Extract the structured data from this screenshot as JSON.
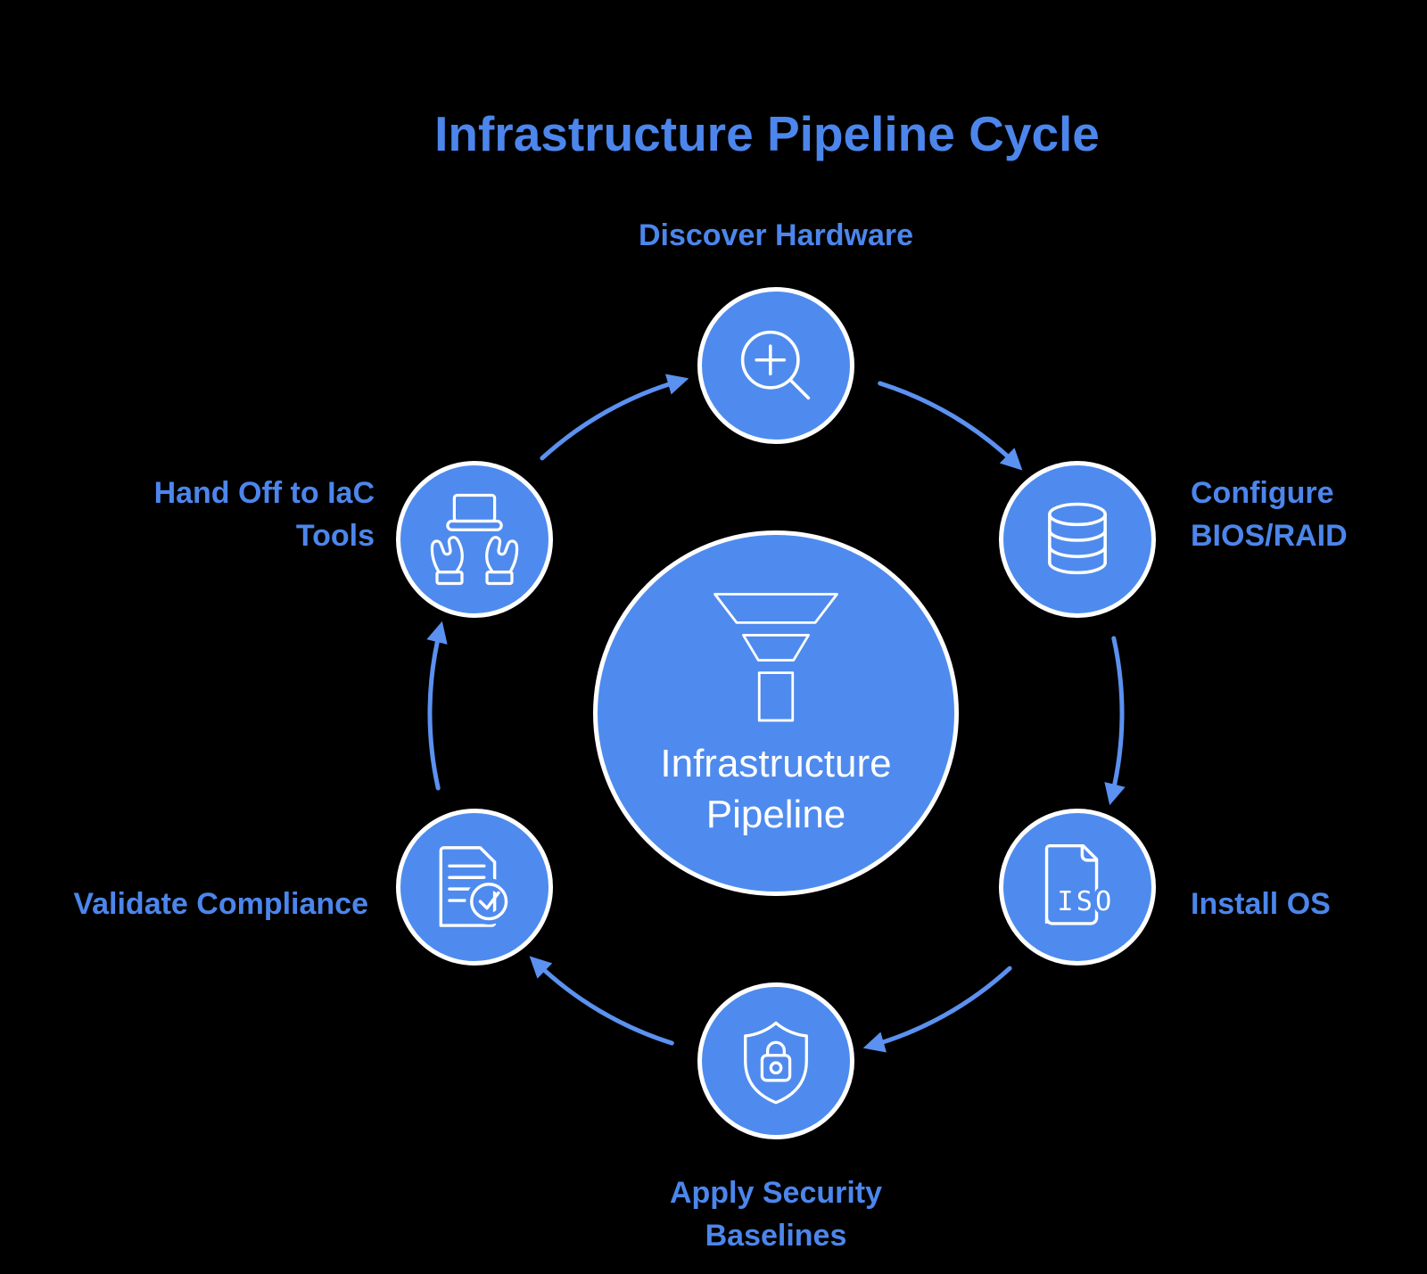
{
  "title": "Infrastructure Pipeline Cycle",
  "center": {
    "icon": "funnel-icon",
    "label": "Infrastructure\nPipeline"
  },
  "nodes": [
    {
      "id": "discover",
      "label": "Discover Hardware",
      "icon": "magnifier-plus-icon"
    },
    {
      "id": "configure",
      "label": "Configure\nBIOS/RAID",
      "icon": "database-icon"
    },
    {
      "id": "install",
      "label": "Install OS",
      "icon": "iso-file-icon",
      "icon_text": "ISO"
    },
    {
      "id": "security",
      "label": "Apply Security\nBaselines",
      "icon": "shield-lock-icon"
    },
    {
      "id": "validate",
      "label": "Validate Compliance",
      "icon": "document-check-icon"
    },
    {
      "id": "handoff",
      "label": "Hand Off to IaC\nTools",
      "icon": "hands-laptop-icon"
    }
  ],
  "colors": {
    "background": "#000000",
    "node_fill": "#4f8bee",
    "ring": "#ffffff",
    "icon_stroke": "#ffffff",
    "label_text": "#4c86ec",
    "arrow": "#5b91f0"
  }
}
